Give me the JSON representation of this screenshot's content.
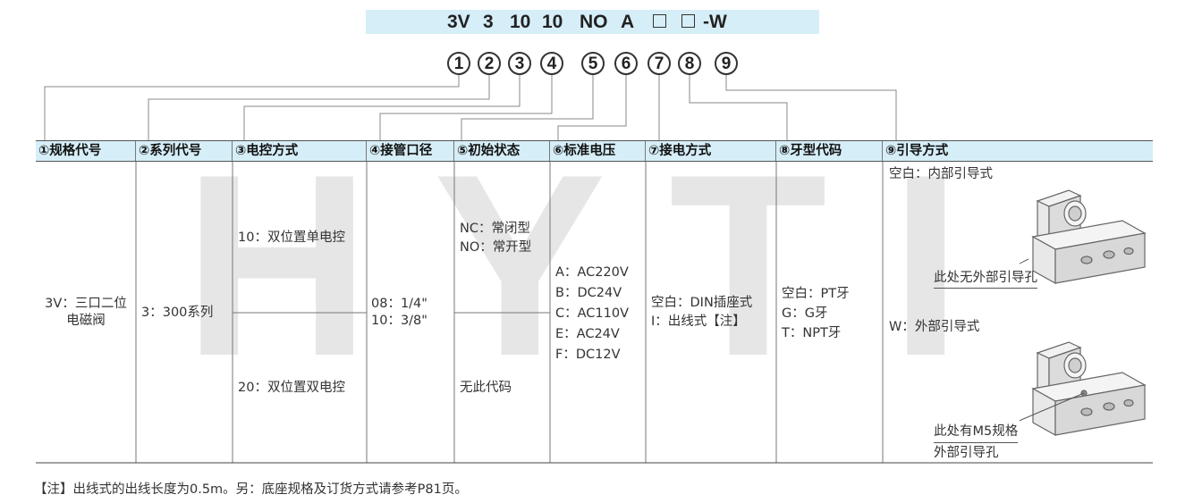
{
  "code": {
    "segments": [
      "3V",
      "3",
      "10",
      "10",
      "NO",
      "A",
      "-W"
    ],
    "numbers": [
      "1",
      "2",
      "3",
      "4",
      "5",
      "6",
      "7",
      "8",
      "9"
    ]
  },
  "watermark": "HYTIL",
  "headers": [
    "①规格代号",
    "②系列代号",
    "③电控方式",
    "④接管口径",
    "⑤初始状态",
    "⑥标准电压",
    "⑦接电方式",
    "⑧牙型代码",
    "⑨引导方式"
  ],
  "col1": {
    "line1": "3V：三口二位",
    "line2": "电磁阀"
  },
  "col2": {
    "text": "3：300系列"
  },
  "col3": {
    "opt1": "10：双位置单电控",
    "opt2": "20：双位置双电控"
  },
  "col4": {
    "line1": "08：1/4\"",
    "line2": "10：3/8\""
  },
  "col5": {
    "line1": "NC：常闭型",
    "line2": "NO：常开型",
    "opt2": "无此代码"
  },
  "col6": {
    "voltages": [
      "A：AC220V",
      "B：DC24V",
      "C：AC110V",
      "E：AC24V",
      "F：DC12V"
    ]
  },
  "col7": {
    "line1": "空白：DIN插座式",
    "line2": "I：出线式【注】"
  },
  "col8": {
    "lines": [
      "空白：PT牙",
      "G：G牙",
      "T：NPT牙"
    ]
  },
  "col9": {
    "internal_title": "空白：内部引导式",
    "internal_caption": "此处无外部引导孔",
    "external_title": "W：外部引导式",
    "external_caption1": "此处有M5规格",
    "external_caption2": "外部引导孔"
  },
  "footnote": "【注】出线式的出线长度为0.5m。另：底座规格及订货方式请参考P81页。"
}
